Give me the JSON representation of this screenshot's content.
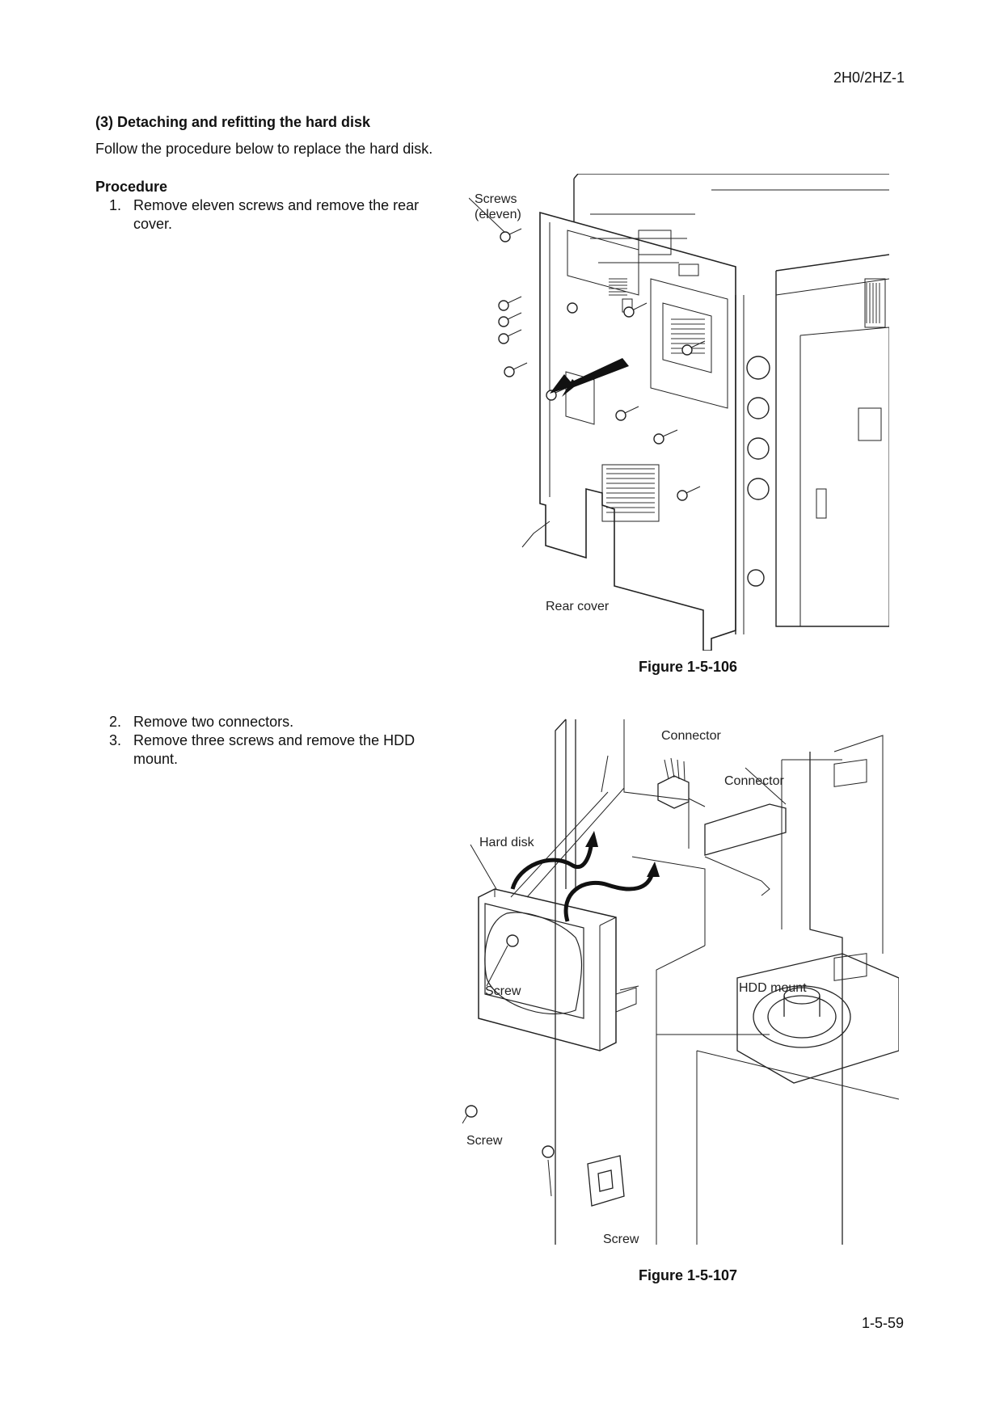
{
  "header": {
    "doc_code": "2H0/2HZ-1"
  },
  "section": {
    "title": "(3) Detaching and refitting the hard disk",
    "intro": "Follow the procedure below to replace the hard disk.",
    "procedure_heading": "Procedure"
  },
  "steps_group1": [
    {
      "num": "1.",
      "text": "Remove eleven screws and remove the rear cover."
    }
  ],
  "steps_group2": [
    {
      "num": "2.",
      "text": "Remove two connectors."
    },
    {
      "num": "3.",
      "text": "Remove three screws and remove the HDD mount."
    }
  ],
  "figure1": {
    "caption": "Figure 1-5-106",
    "labels": {
      "screws": "Screws",
      "screws_count": "(eleven)",
      "rear_cover": "Rear cover"
    }
  },
  "figure2": {
    "caption": "Figure 1-5-107",
    "labels": {
      "connector_top": "Connector",
      "connector_right": "Connector",
      "hard_disk": "Hard disk",
      "screw_1": "Screw",
      "hdd_mount": "HDD mount",
      "screw_2": "Screw",
      "screw_3": "Screw"
    }
  },
  "footer": {
    "page_number": "1-5-59"
  }
}
